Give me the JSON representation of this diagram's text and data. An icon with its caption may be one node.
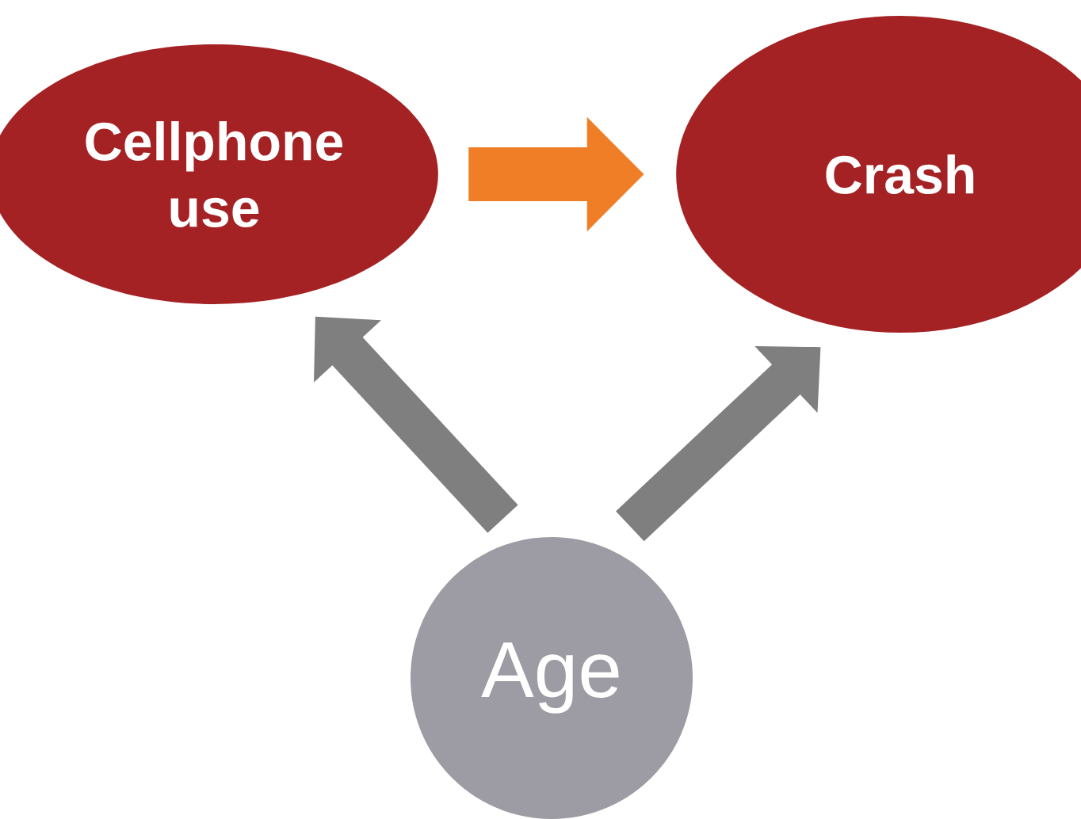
{
  "diagram": {
    "nodes": [
      {
        "text": [
          "Cellphone use"
        ]
      },
      {
        "text": [
          "Crash"
        ]
      },
      {
        "text": [
          "Age"
        ]
      }
    ],
    "edges": [
      {
        "from": 0,
        "to": 1,
        "arrow": "to",
        "color": "#f07e26"
      },
      {
        "from": 2,
        "to": 0,
        "arrow": "to"
      },
      {
        "from": 2,
        "to": 1,
        "arrow": "to"
      }
    ]
  }
}
